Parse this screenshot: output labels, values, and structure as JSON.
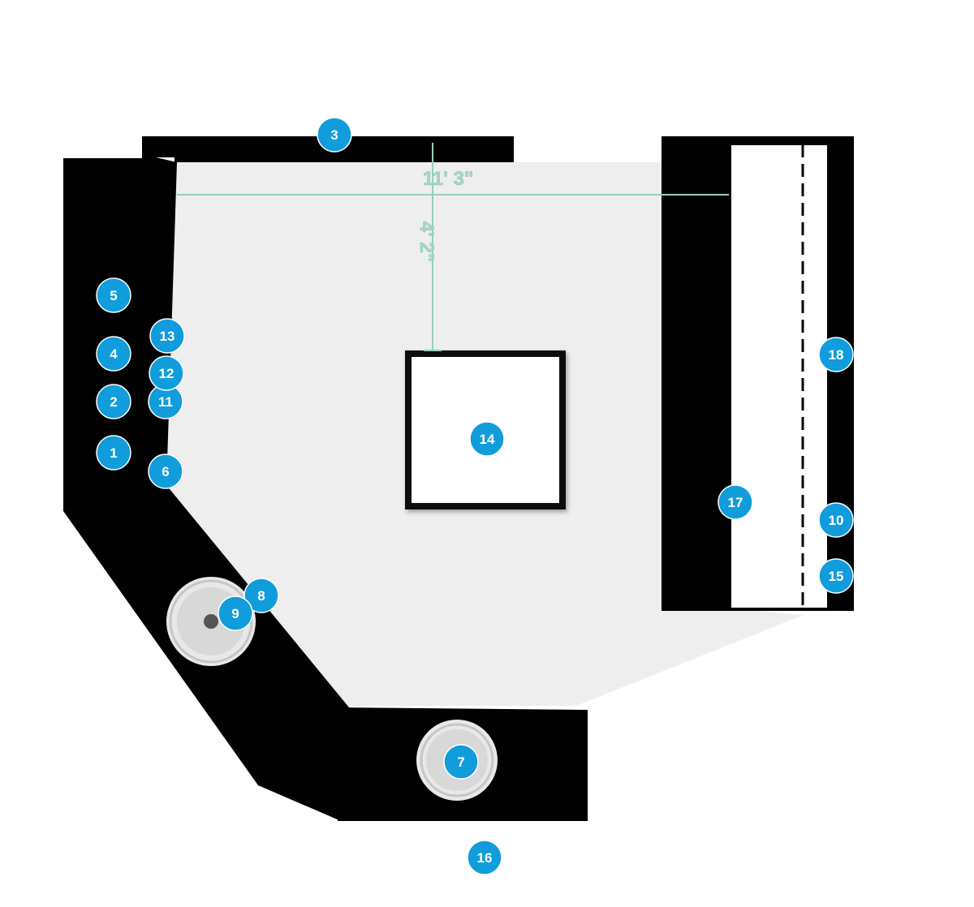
{
  "colors": {
    "wall": "#000000",
    "floor": "#eeeeee",
    "marker": "#119cdc",
    "dimension": "#96cfbd"
  },
  "dimensions": {
    "width_label": "11' 3\"",
    "depth_label": "4' 2\""
  },
  "markers": [
    {
      "id": "marker-1",
      "label": "1"
    },
    {
      "id": "marker-2",
      "label": "2"
    },
    {
      "id": "marker-3",
      "label": "3"
    },
    {
      "id": "marker-4",
      "label": "4"
    },
    {
      "id": "marker-5",
      "label": "5"
    },
    {
      "id": "marker-6",
      "label": "6"
    },
    {
      "id": "marker-7",
      "label": "7"
    },
    {
      "id": "marker-8",
      "label": "8"
    },
    {
      "id": "marker-9",
      "label": "9"
    },
    {
      "id": "marker-10",
      "label": "10"
    },
    {
      "id": "marker-11",
      "label": "11"
    },
    {
      "id": "marker-12",
      "label": "12"
    },
    {
      "id": "marker-13",
      "label": "13"
    },
    {
      "id": "marker-14",
      "label": "14"
    },
    {
      "id": "marker-15",
      "label": "15"
    },
    {
      "id": "marker-16",
      "label": "16"
    },
    {
      "id": "marker-17",
      "label": "17"
    },
    {
      "id": "marker-18",
      "label": "18"
    }
  ]
}
